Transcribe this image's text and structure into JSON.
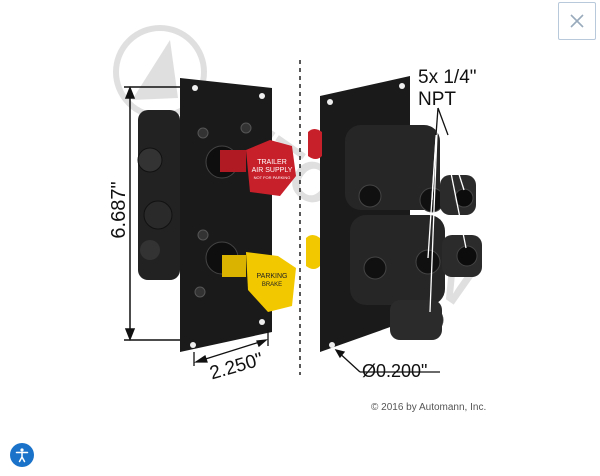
{
  "dialog": {
    "close_icon": "close-icon",
    "accessibility_icon": "accessibility-icon"
  },
  "image": {
    "dimensions": {
      "height": "6.687\"",
      "width": "2.250\"",
      "hole": "Ø0.200\"",
      "ports_line1": "5x 1/4\"",
      "ports_line2": "NPT"
    },
    "knobs": {
      "red_line1": "TRAILER",
      "red_line2": "AIR SUPPLY",
      "red_line3": "NOT FOR PARKING",
      "yellow_line1": "PARKING",
      "yellow_line2": "BRAKE"
    },
    "copyright": "© 2016 by Automann, Inc."
  },
  "colors": {
    "red_knob": "#c8202b",
    "yellow_knob": "#f2c800",
    "panel": "#1a1a1a",
    "accent": "#1a73c9"
  }
}
